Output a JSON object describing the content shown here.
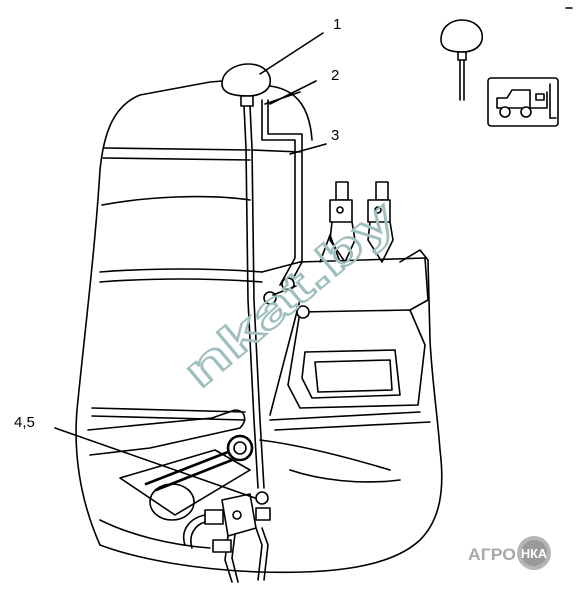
{
  "callouts": [
    {
      "id": "1",
      "label": "1"
    },
    {
      "id": "2",
      "label": "2"
    },
    {
      "id": "3",
      "label": "3"
    },
    {
      "id": "45",
      "label": "4,5"
    }
  ],
  "watermark": {
    "text": "nkat.by"
  },
  "logo": {
    "prefix": "АГРО",
    "badge": "НКА"
  },
  "icons": [
    "knob-icon",
    "lift-truck-icon"
  ]
}
